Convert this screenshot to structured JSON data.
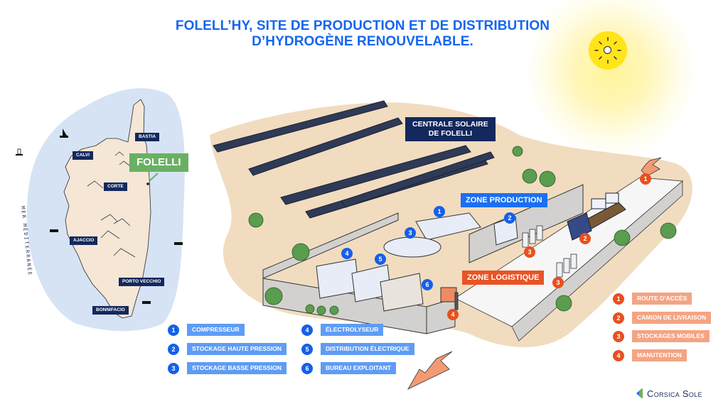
{
  "title": {
    "line1": "FOLELL’HY, SITE DE PRODUCTION ET DE DISTRIBUTION",
    "line2": "D’HYDROGÈNE RENOUVELABLE."
  },
  "map": {
    "highlight": "FOLELLI",
    "sea_label": "MER MÉDITERRANÉE",
    "cities": [
      "BASTIA",
      "CALVI",
      "CORTE",
      "AJACCIO",
      "PORTO VECCHIO",
      "BONNIFACIO"
    ]
  },
  "scene": {
    "solar_plant_label_line1": "CENTRALE SOLAIRE",
    "solar_plant_label_line2": "DE FOLELLI",
    "zone_production": "ZONE PRODUCTION",
    "zone_logistique": "ZONE LOGISTIQUE",
    "production_pins": [
      "1",
      "2",
      "3",
      "4",
      "5",
      "6"
    ],
    "logistics_pins": [
      "1",
      "2",
      "3",
      "3",
      "4"
    ]
  },
  "legend_production": [
    {
      "num": "1",
      "label": "COMPRESSEUR"
    },
    {
      "num": "2",
      "label": "STOCKAGE HAUTE PRESSION"
    },
    {
      "num": "3",
      "label": "STOCKAGE BASSE PRESSION"
    },
    {
      "num": "4",
      "label": "ÉLECTROLYSEUR"
    },
    {
      "num": "5",
      "label": "DISTRIBUTION ÉLECTRIQUE"
    },
    {
      "num": "6",
      "label": "BUREAU EXPLOITANT"
    }
  ],
  "legend_logistics": [
    {
      "num": "1",
      "label": "ROUTE D’ACCÈS"
    },
    {
      "num": "2",
      "label": "CAMION DE LIVRAISON"
    },
    {
      "num": "3",
      "label": "STOCKAGES MOBILES"
    },
    {
      "num": "4",
      "label": "MANUTENTION"
    }
  ],
  "brand": {
    "name": "Corsica Sole",
    "icon": "corsica-sole-logo-icon"
  },
  "colors": {
    "title_blue": "#1466ee",
    "navy": "#13285c",
    "folelli_green": "#6ab063",
    "production_blue": "#1460ea",
    "legend_blue": "#5e9cf5",
    "logistics_orange": "#e8501f",
    "legend_orange": "#f4a483",
    "sun_yellow": "#ffe419",
    "sea": "#d6e3f5",
    "land": "#f5e6d6",
    "ground": "#f1dcc0"
  }
}
